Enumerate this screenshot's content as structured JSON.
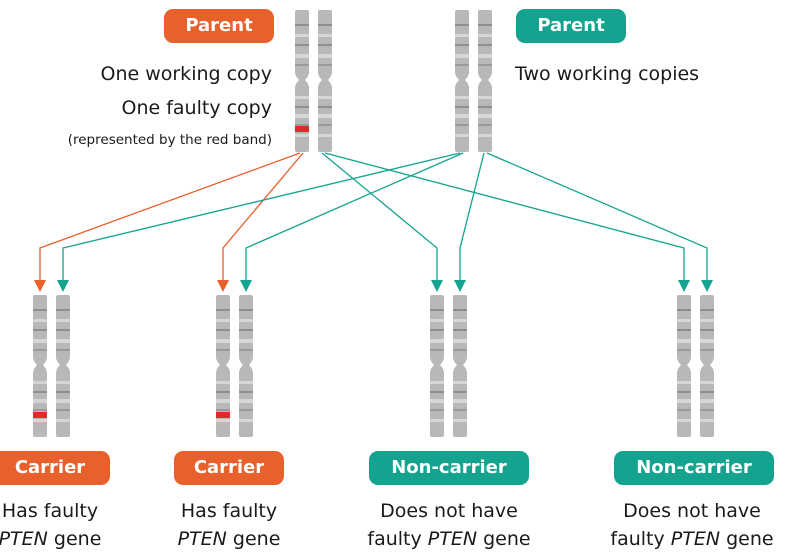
{
  "colors": {
    "parent_a": "#e8602c",
    "parent_b": "#13a38f",
    "chromosome": "#b8b8b8",
    "band": "#e02a2a"
  },
  "parent_a": {
    "badge": "Parent",
    "line1": "One working copy",
    "line2": "One faulty copy",
    "note": "(represented by the red band)"
  },
  "parent_b": {
    "badge": "Parent",
    "line1": "Two working copies"
  },
  "children": [
    {
      "badge": "Carrier",
      "line1": "Has faulty",
      "gene": "PTEN",
      "line2_suffix": " gene"
    },
    {
      "badge": "Carrier",
      "line1": "Has faulty",
      "gene": "PTEN",
      "line2_suffix": " gene"
    },
    {
      "badge": "Non-carrier",
      "line1": "Does not have",
      "line2_prefix": "faulty ",
      "gene": "PTEN",
      "line2_suffix": " gene"
    },
    {
      "badge": "Non-carrier",
      "line1": "Does not have",
      "line2_prefix": "faulty ",
      "gene": "PTEN",
      "line2_suffix": " gene"
    }
  ]
}
